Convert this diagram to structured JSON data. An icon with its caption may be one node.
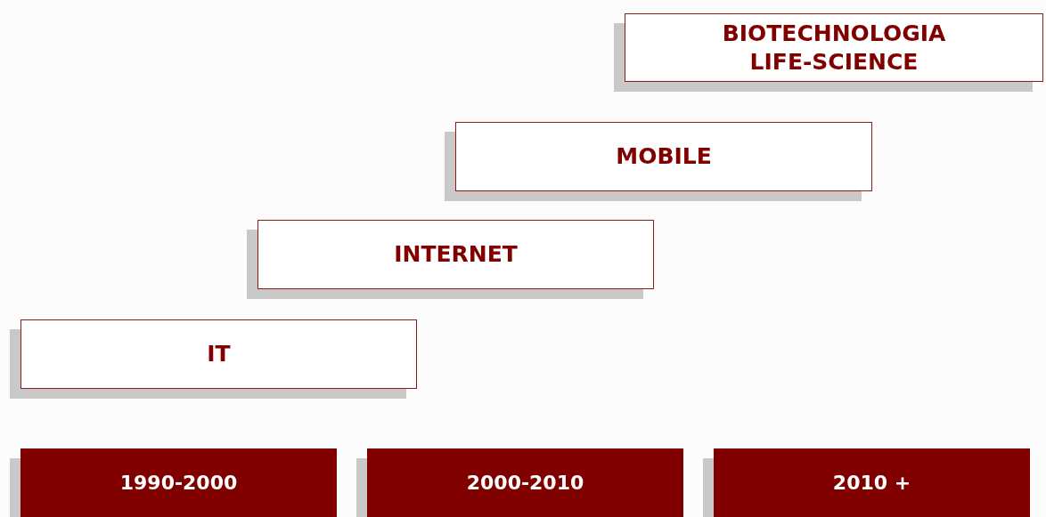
{
  "diagram": {
    "nodes": [
      {
        "text": [
          "BIOTECHNOLOGIA LIFE-SCIENCE"
        ]
      },
      {
        "text": [
          "MOBILE"
        ]
      },
      {
        "text": [
          "INTERNET"
        ]
      },
      {
        "text": [
          "IT"
        ]
      },
      {
        "text": [
          "1990-2000"
        ]
      },
      {
        "text": [
          "2000-2010"
        ]
      },
      {
        "text": [
          "2010 +"
        ]
      }
    ]
  }
}
